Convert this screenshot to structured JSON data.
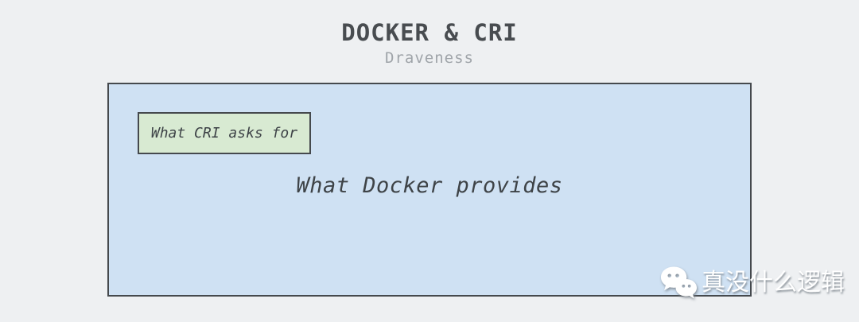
{
  "header": {
    "title": "DOCKER & CRI",
    "subtitle": "Draveness"
  },
  "diagram": {
    "outer_box": {
      "label": "What Docker provides",
      "fill": "#cfe1f3"
    },
    "inner_box": {
      "label": "What CRI asks for",
      "fill": "#d8ead2"
    },
    "border_color": "#45494d",
    "background_color": "#eef0f2"
  },
  "watermark": {
    "icon": "wechat-icon",
    "text": "真没什么逻辑",
    "text_color": "#ffffff"
  }
}
